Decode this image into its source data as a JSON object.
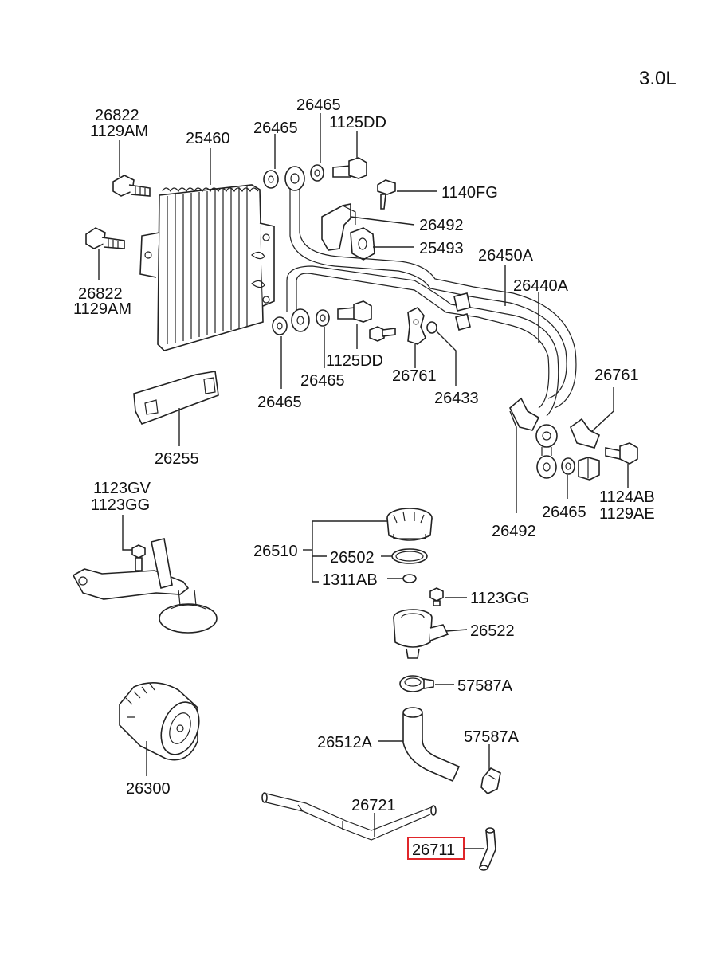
{
  "engine_label": "3.0L",
  "labels": {
    "l26822_top": "26822",
    "l1129AM_top": "1129AM",
    "l25460": "25460",
    "l26465_a": "26465",
    "l26465_b": "26465",
    "l1125DD_top": "1125DD",
    "l1140FG": "1140FG",
    "l26492_top": "26492",
    "l25493": "25493",
    "l26450A": "26450A",
    "l26440A": "26440A",
    "l26822_bot": "26822",
    "l1129AM_bot": "1129AM",
    "l1125DD_mid": "1125DD",
    "l26465_c": "26465",
    "l26465_d": "26465",
    "l26761_mid": "26761",
    "l26433": "26433",
    "l26761_right": "26761",
    "l26255": "26255",
    "l1124AB": "1124AB",
    "l1129AE": "1129AE",
    "l26465_e": "26465",
    "l26492_bot": "26492",
    "l1123GV": "1123GV",
    "l1123GG_top": "1123GG",
    "l26510": "26510",
    "l26502": "26502",
    "l1311AB": "1311AB",
    "l1123GG_mid": "1123GG",
    "l26522": "26522",
    "l57587A_top": "57587A",
    "l26512A": "26512A",
    "l57587A_bot": "57587A",
    "l26300": "26300",
    "l26721": "26721",
    "l26711": "26711"
  },
  "highlighted_part": "26711",
  "colors": {
    "line": "#222222",
    "highlight": "#e0262a",
    "background": "#ffffff"
  }
}
